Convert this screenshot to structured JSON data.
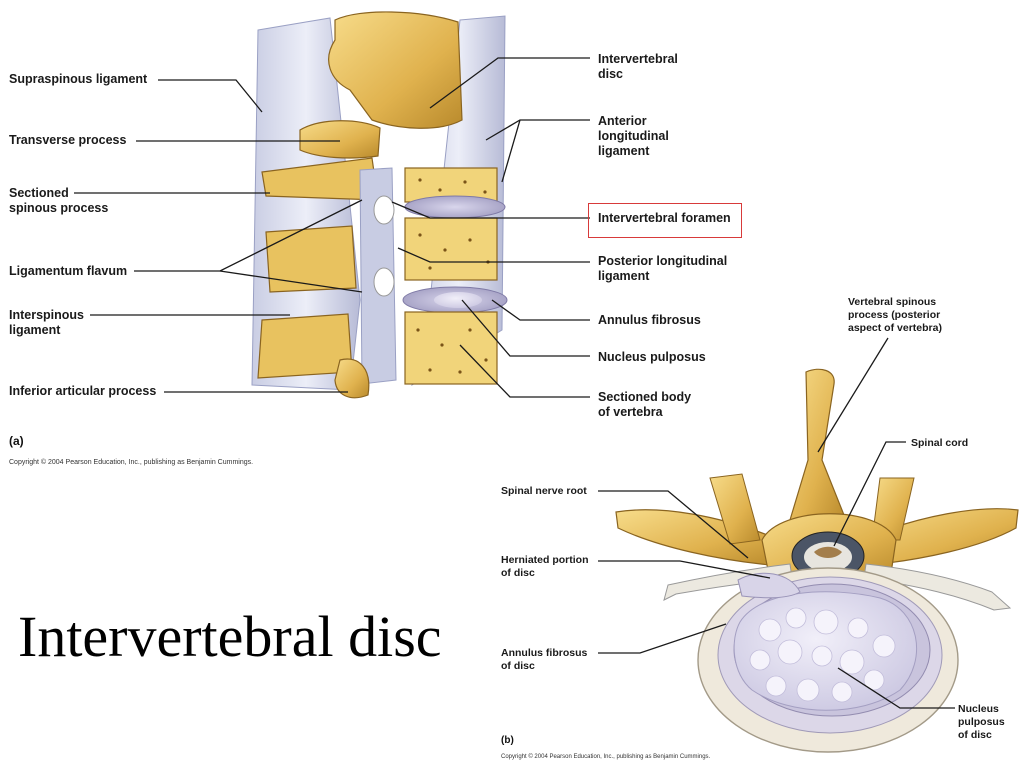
{
  "title": "Intervertebral disc",
  "figure_a": {
    "panel_label": "(a)",
    "copyright": "Copyright © 2004 Pearson Education, Inc., publishing as Benjamin Cummings.",
    "labels": {
      "supraspinous": "Supraspinous ligament",
      "transverse": "Transverse process",
      "sectioned_spinous": "Sectioned\nspinous process",
      "flavum": "Ligamentum flavum",
      "interspinous": "Interspinous\nligament",
      "inferior_articular": "Inferior articular process",
      "iv_disc": "Intervertebral\ndisc",
      "anterior_ll": "Anterior\nlongitudinal\nligament",
      "iv_foramen": "Intervertebral foramen",
      "posterior_ll": "Posterior longitudinal\nligament",
      "annulus": "Annulus fibrosus",
      "nucleus": "Nucleus pulposus",
      "sectioned_body": "Sectioned body\nof vertebra"
    }
  },
  "figure_b": {
    "panel_label": "(b)",
    "copyright": "Copyright © 2004 Pearson Education, Inc., publishing as Benjamin Cummings.",
    "labels": {
      "spinous": "Vertebral spinous\nprocess (posterior\naspect of vertebra)",
      "cord": "Spinal cord",
      "nerve_root": "Spinal nerve root",
      "herniated": "Herniated portion\nof disc",
      "annulus": "Annulus fibrosus\nof disc",
      "nucleus": "Nucleus\npulposus\nof disc"
    }
  }
}
